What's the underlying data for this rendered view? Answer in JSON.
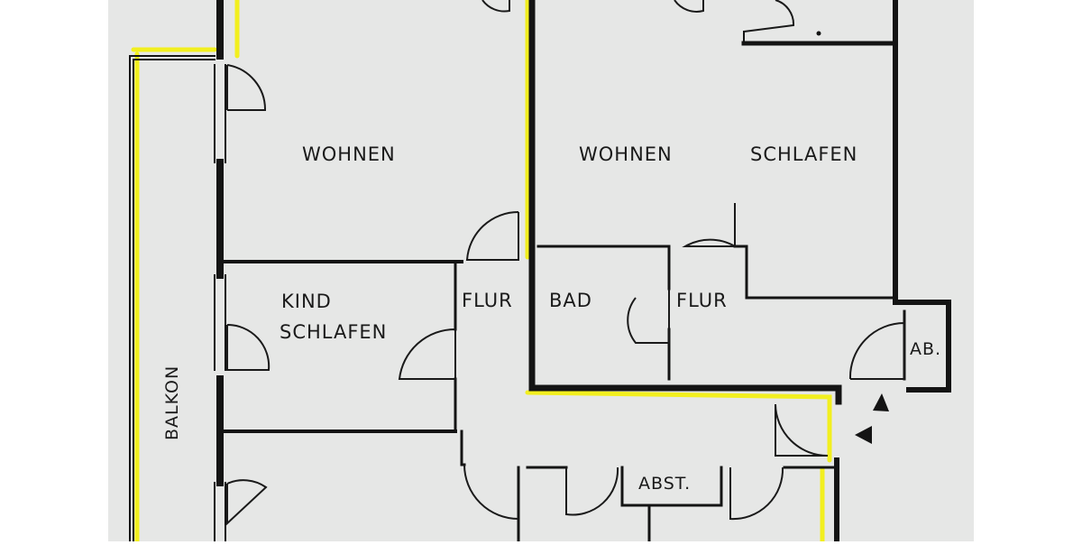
{
  "colors": {
    "paper": "#e6e7e6",
    "wall": "#141414",
    "highlight": "#f2ef1f",
    "margin": "#ffffff"
  },
  "rooms": {
    "wohnen_left": "WOHNEN",
    "wohnen_right": "WOHNEN",
    "schlafen": "SCHLAFEN",
    "kind": "KIND",
    "kind_schlafen": "SCHLAFEN",
    "flur_left": "FLUR",
    "bad": "BAD",
    "flur_right": "FLUR",
    "ab": "AB.",
    "abst": "ABST.",
    "balkon": "BALKON"
  }
}
